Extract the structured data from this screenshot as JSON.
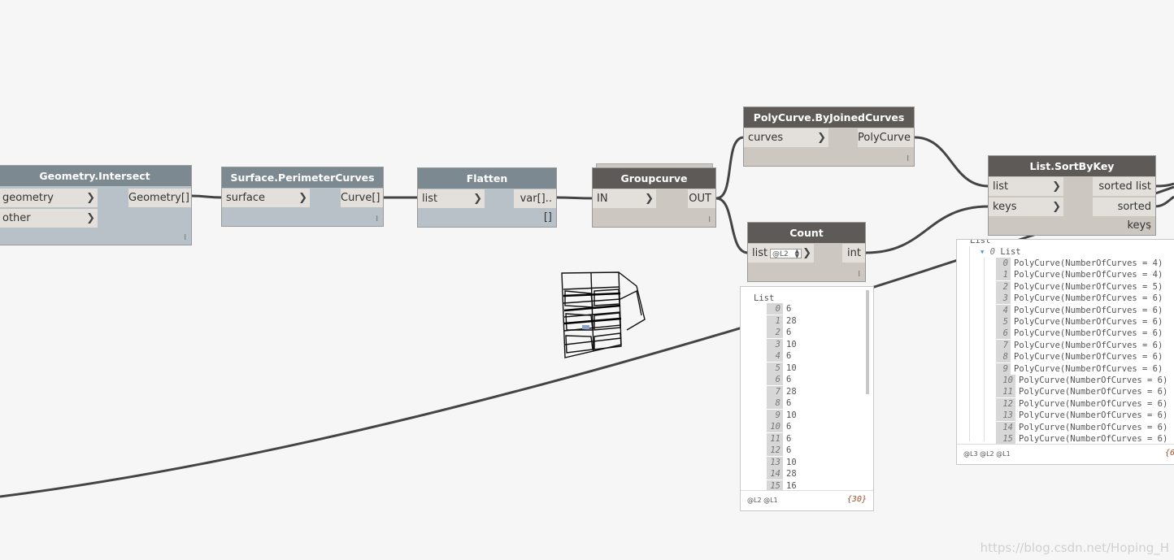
{
  "nodes": {
    "intersect": {
      "title": "Geometry.Intersect",
      "in1": "geometry",
      "in2": "other",
      "out": "Geometry[]",
      "lacing": "l"
    },
    "perimeter": {
      "title": "Surface.PerimeterCurves",
      "in1": "surface",
      "out": "Curve[]",
      "lacing": "l"
    },
    "flatten": {
      "title": "Flatten",
      "in1": "list",
      "out": "var[]..[]",
      "lacing": "l"
    },
    "groupcurve": {
      "title": "Groupcurve",
      "in1": "IN",
      "out": "OUT",
      "lacing": "l"
    },
    "polycurve": {
      "title": "PolyCurve.ByJoinedCurves",
      "in1": "curves",
      "out": "PolyCurve",
      "lacing": "l"
    },
    "count": {
      "title": "Count",
      "in1": "list",
      "level": "@L2",
      "out": "int",
      "lacing": "l"
    },
    "sortbykey": {
      "title": "List.SortByKey",
      "in1": "list",
      "in2": "keys",
      "out1": "sorted list",
      "out2": "sorted keys",
      "lacing": "l"
    }
  },
  "count_preview": {
    "header": "List",
    "items": [
      {
        "i": "0",
        "v": "6"
      },
      {
        "i": "1",
        "v": "28"
      },
      {
        "i": "2",
        "v": "6"
      },
      {
        "i": "3",
        "v": "10"
      },
      {
        "i": "4",
        "v": "6"
      },
      {
        "i": "5",
        "v": "10"
      },
      {
        "i": "6",
        "v": "6"
      },
      {
        "i": "7",
        "v": "28"
      },
      {
        "i": "8",
        "v": "6"
      },
      {
        "i": "9",
        "v": "10"
      },
      {
        "i": "10",
        "v": "6"
      },
      {
        "i": "11",
        "v": "6"
      },
      {
        "i": "12",
        "v": "6"
      },
      {
        "i": "13",
        "v": "10"
      },
      {
        "i": "14",
        "v": "28"
      },
      {
        "i": "15",
        "v": "16"
      }
    ],
    "levels": "@L2 @L1",
    "count": "{30}"
  },
  "sort_preview": {
    "top": "List",
    "sub": "List",
    "sub_index": "0",
    "items": [
      {
        "i": "0",
        "v": "PolyCurve(NumberOfCurves = 4)"
      },
      {
        "i": "1",
        "v": "PolyCurve(NumberOfCurves = 4)"
      },
      {
        "i": "2",
        "v": "PolyCurve(NumberOfCurves = 5)"
      },
      {
        "i": "3",
        "v": "PolyCurve(NumberOfCurves = 6)"
      },
      {
        "i": "4",
        "v": "PolyCurve(NumberOfCurves = 6)"
      },
      {
        "i": "5",
        "v": "PolyCurve(NumberOfCurves = 6)"
      },
      {
        "i": "6",
        "v": "PolyCurve(NumberOfCurves = 6)"
      },
      {
        "i": "7",
        "v": "PolyCurve(NumberOfCurves = 6)"
      },
      {
        "i": "8",
        "v": "PolyCurve(NumberOfCurves = 6)"
      },
      {
        "i": "9",
        "v": "PolyCurve(NumberOfCurves = 6)"
      },
      {
        "i": "10",
        "v": "PolyCurve(NumberOfCurves = 6)"
      },
      {
        "i": "11",
        "v": "PolyCurve(NumberOfCurves = 6)"
      },
      {
        "i": "12",
        "v": "PolyCurve(NumberOfCurves = 6)"
      },
      {
        "i": "13",
        "v": "PolyCurve(NumberOfCurves = 6)"
      },
      {
        "i": "14",
        "v": "PolyCurve(NumberOfCurves = 6)"
      },
      {
        "i": "15",
        "v": "PolyCurve(NumberOfCurves = 6)"
      }
    ],
    "levels": "@L3 @L2 @L1",
    "count": "{6"
  },
  "watermark": "https://blog.csdn.net/Hoping_H",
  "colors": {
    "wire": "#444444",
    "node_gray_header": "#7d8991",
    "node_dark_header": "#5e5a57"
  }
}
